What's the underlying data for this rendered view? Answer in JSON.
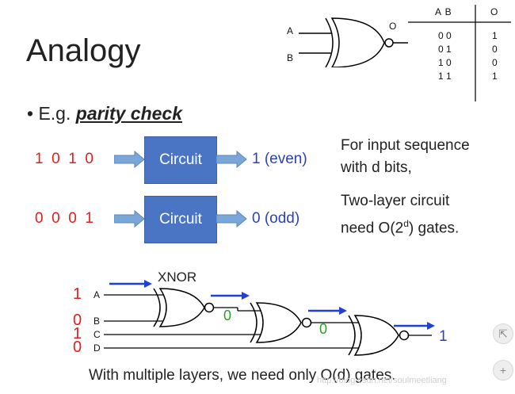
{
  "title": "Analogy",
  "bullet": {
    "marker": "•",
    "prefix": "E.g.",
    "keyword": "parity check"
  },
  "top_gate": {
    "input_a": "A",
    "input_b": "B",
    "output": "O"
  },
  "truth_table": {
    "headers": [
      "A B",
      "O"
    ],
    "rows": [
      [
        "0 0",
        "1"
      ],
      [
        "0 1",
        "0"
      ],
      [
        "1 0",
        "0"
      ],
      [
        "1 1",
        "1"
      ]
    ]
  },
  "examples": [
    {
      "bits": "1  0  1  0",
      "box_label": "Circuit",
      "output": "1 (even)"
    },
    {
      "bits": "0  0  0  1",
      "box_label": "Circuit",
      "output": "0 (odd)"
    }
  ],
  "notes": {
    "line1": "For input sequence",
    "line2": "with d bits,",
    "line3": "Two-layer circuit",
    "line4_pre": "need O(2",
    "line4_sup": "d",
    "line4_post": ") gates."
  },
  "diagram": {
    "gate_label": "XNOR",
    "input_values": [
      "1",
      "0",
      "1",
      "0"
    ],
    "input_letters": [
      "A",
      "B",
      "C",
      "D"
    ],
    "intermediate": [
      "0",
      "0"
    ],
    "final": "1"
  },
  "caption": "With multiple layers, we need only O(d) gates.",
  "watermark": "http://blog.csdn.net/soulmeetliang",
  "side_buttons": [
    "⇱",
    "+"
  ],
  "colors": {
    "bits": "#e02020",
    "box": "#4a74c4",
    "output": "#2b3fbf",
    "arrow": "#1f3fd6",
    "intermediate": "#2aa02a"
  }
}
